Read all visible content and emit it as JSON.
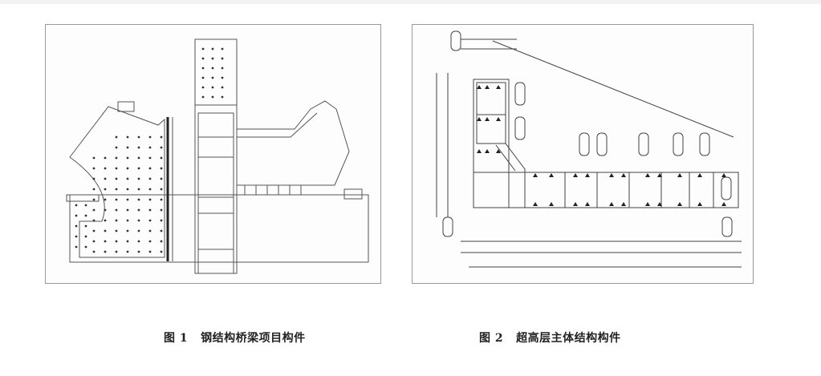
{
  "figures": [
    {
      "number": "图 1",
      "title": "钢结构桥梁项目构件"
    },
    {
      "number": "图 2",
      "title": "超高层主体结构构件"
    }
  ]
}
